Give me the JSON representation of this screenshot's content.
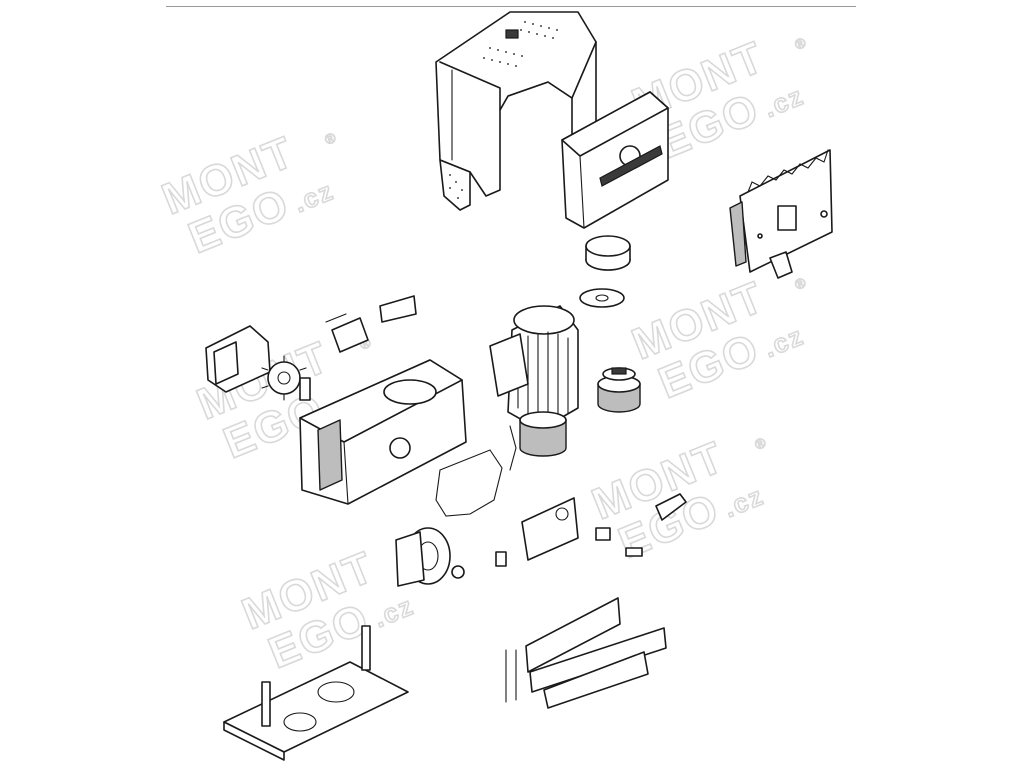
{
  "watermark": {
    "line1": "MONT",
    "line2": "EGO",
    "suffix": ".cz",
    "registered": "®",
    "color": "#d9d9d9"
  },
  "colors": {
    "line": "#1a1a1a",
    "shade": "#bdbdbd",
    "background": "#ffffff"
  }
}
